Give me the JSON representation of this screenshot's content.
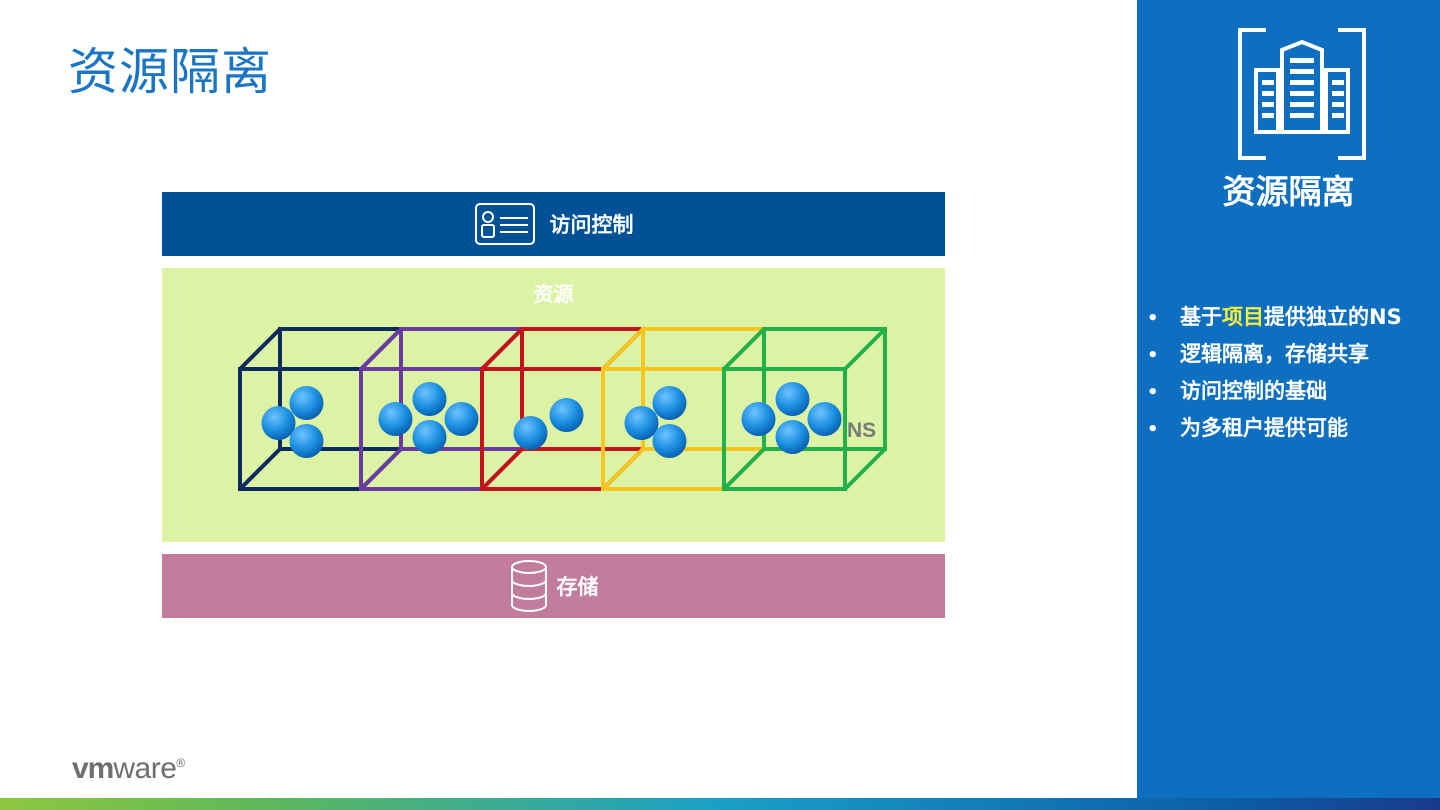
{
  "page_title": "资源隔离",
  "diagram": {
    "access_control": {
      "label": "访问控制",
      "icon": "id-card-icon",
      "color": "#005195"
    },
    "resources": {
      "label": "资源",
      "background": "#dcf2a5",
      "ns_label": "NS",
      "namespaces": [
        {
          "color": "#0d2a5c",
          "pods": 3
        },
        {
          "color": "#6a3aa0",
          "pods": 4
        },
        {
          "color": "#c3141e",
          "pods": 2
        },
        {
          "color": "#f7c520",
          "pods": 3
        },
        {
          "color": "#22b04a",
          "pods": 4
        }
      ],
      "pod_color": "#1a8ee0"
    },
    "storage": {
      "label": "存储",
      "icon": "database-icon",
      "color": "#c27d9e"
    }
  },
  "sidebar": {
    "icon": "building-icon",
    "title": "资源隔离",
    "bullets": [
      {
        "parts": [
          {
            "text": "基于",
            "highlight": false
          },
          {
            "text": "项目",
            "highlight": true
          },
          {
            "text": "提供独立的NS",
            "highlight": false
          }
        ]
      },
      {
        "parts": [
          {
            "text": "逻辑隔离，存储共享",
            "highlight": false
          }
        ]
      },
      {
        "parts": [
          {
            "text": "访问控制的基础",
            "highlight": false
          }
        ]
      },
      {
        "parts": [
          {
            "text": "为多租户提供可能",
            "highlight": false
          }
        ]
      }
    ],
    "bullet_char": "•",
    "highlight_color": "#f3ef3a",
    "background": "#0e6fc0"
  },
  "logo": {
    "vm": "vm",
    "ware": "ware",
    "reg": "®"
  }
}
